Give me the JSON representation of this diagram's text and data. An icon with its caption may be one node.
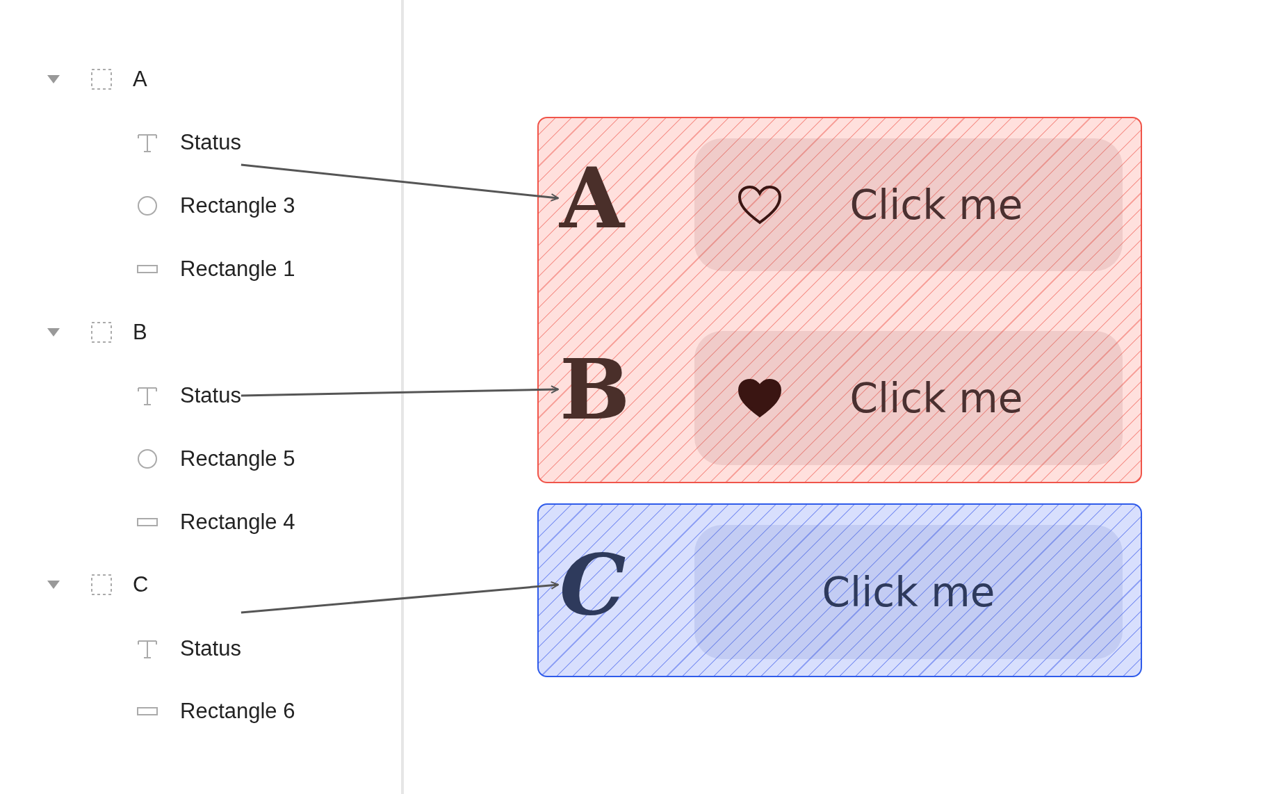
{
  "diagram": {
    "nodes": [
      {
        "text": [],
        "shape": "box"
      },
      {
        "text": [
          "A"
        ],
        "in": 0
      },
      {
        "text": [
          "Click me"
        ],
        "in": 0
      },
      {
        "text": [
          "B"
        ],
        "in": 0
      },
      {
        "text": [
          "Click me"
        ],
        "in": 0
      },
      {
        "text": [],
        "shape": "box"
      },
      {
        "text": [
          "C"
        ],
        "in": 5
      },
      {
        "text": [
          "Click me"
        ],
        "in": 5
      },
      {
        "text": [
          "Status"
        ]
      },
      {
        "text": [
          "Status"
        ]
      },
      {
        "text": [
          "Status"
        ]
      }
    ],
    "edges": [
      {
        "from": 8,
        "to": 1,
        "arrow": "to"
      },
      {
        "from": 9,
        "to": 3,
        "arrow": "to"
      },
      {
        "from": 10,
        "to": 6,
        "arrow": "to"
      }
    ],
    "labels": [
      "A",
      "Rectangle 3",
      "Rectangle 1",
      "B",
      "Rectangle 5",
      "Rectangle 4",
      "C",
      "Rectangle 6"
    ]
  }
}
